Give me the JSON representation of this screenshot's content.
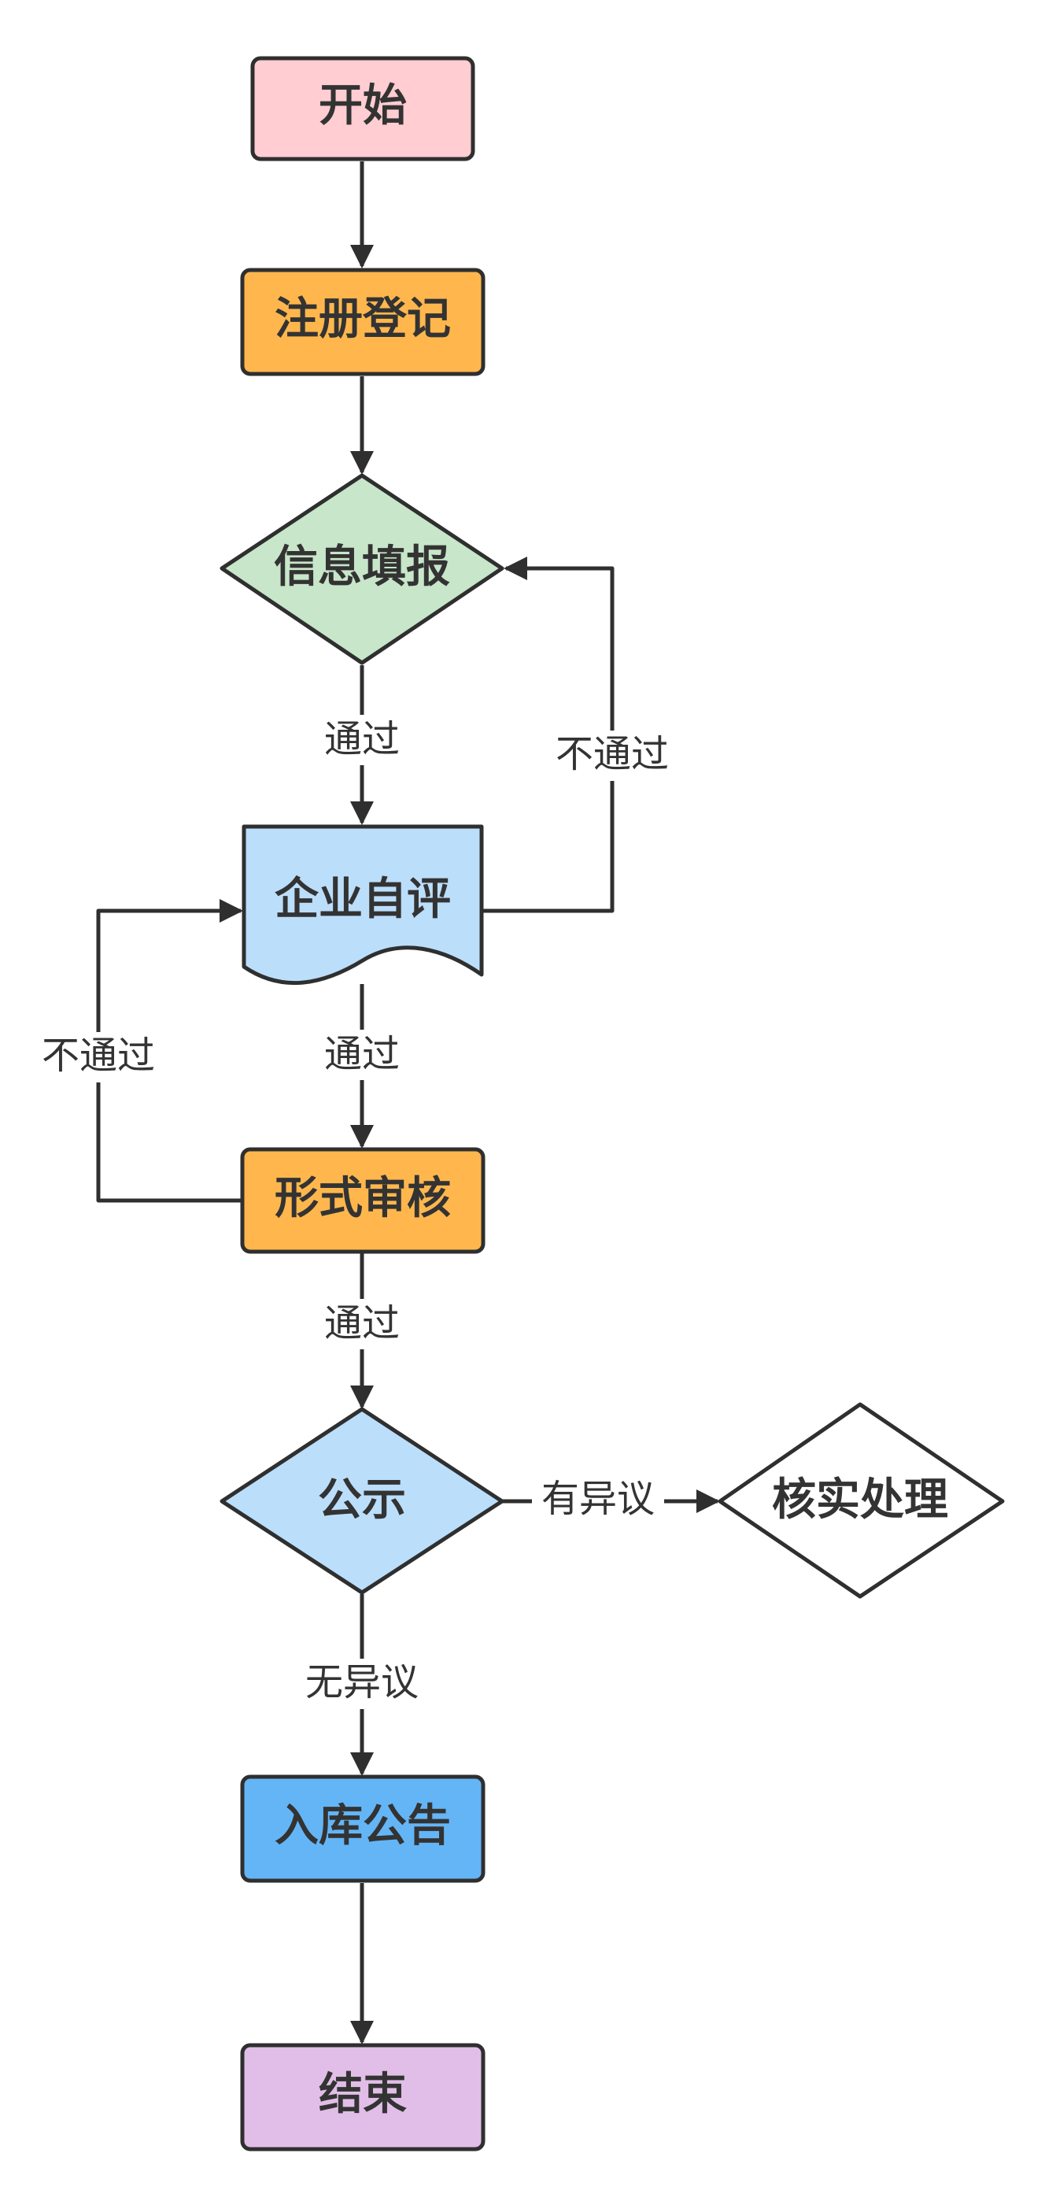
{
  "nodes": {
    "start": {
      "label": "开始",
      "shape": "rounded-rect",
      "color": "#ffcdd2"
    },
    "register": {
      "label": "注册登记",
      "shape": "rounded-rect",
      "color": "#ffb74d"
    },
    "info_fill": {
      "label": "信息填报",
      "shape": "diamond",
      "color": "#c8e6c9"
    },
    "self_eval": {
      "label": "企业自评",
      "shape": "document",
      "color": "#bbdefb"
    },
    "formal_review": {
      "label": "形式审核",
      "shape": "rounded-rect",
      "color": "#ffb74d"
    },
    "publicity": {
      "label": "公示",
      "shape": "diamond",
      "color": "#bbdefb"
    },
    "verify": {
      "label": "核实处理",
      "shape": "diamond",
      "color": "#ffffff"
    },
    "announce": {
      "label": "入库公告",
      "shape": "rounded-rect",
      "color": "#64b5f6"
    },
    "end": {
      "label": "结束",
      "shape": "rounded-rect",
      "color": "#e1bee7"
    }
  },
  "edges": {
    "start_to_register": {
      "label": ""
    },
    "register_to_info": {
      "label": ""
    },
    "info_to_eval": {
      "label": "通过"
    },
    "eval_to_info": {
      "label": "不通过"
    },
    "eval_to_review": {
      "label": "通过"
    },
    "review_to_eval": {
      "label": "不通过"
    },
    "review_to_publicity": {
      "label": "通过"
    },
    "publicity_to_verify": {
      "label": "有异议"
    },
    "publicity_to_announce": {
      "label": "无异议"
    },
    "announce_to_end": {
      "label": ""
    }
  },
  "colors": {
    "stroke": "#2f2f2f",
    "text": "#333333"
  }
}
